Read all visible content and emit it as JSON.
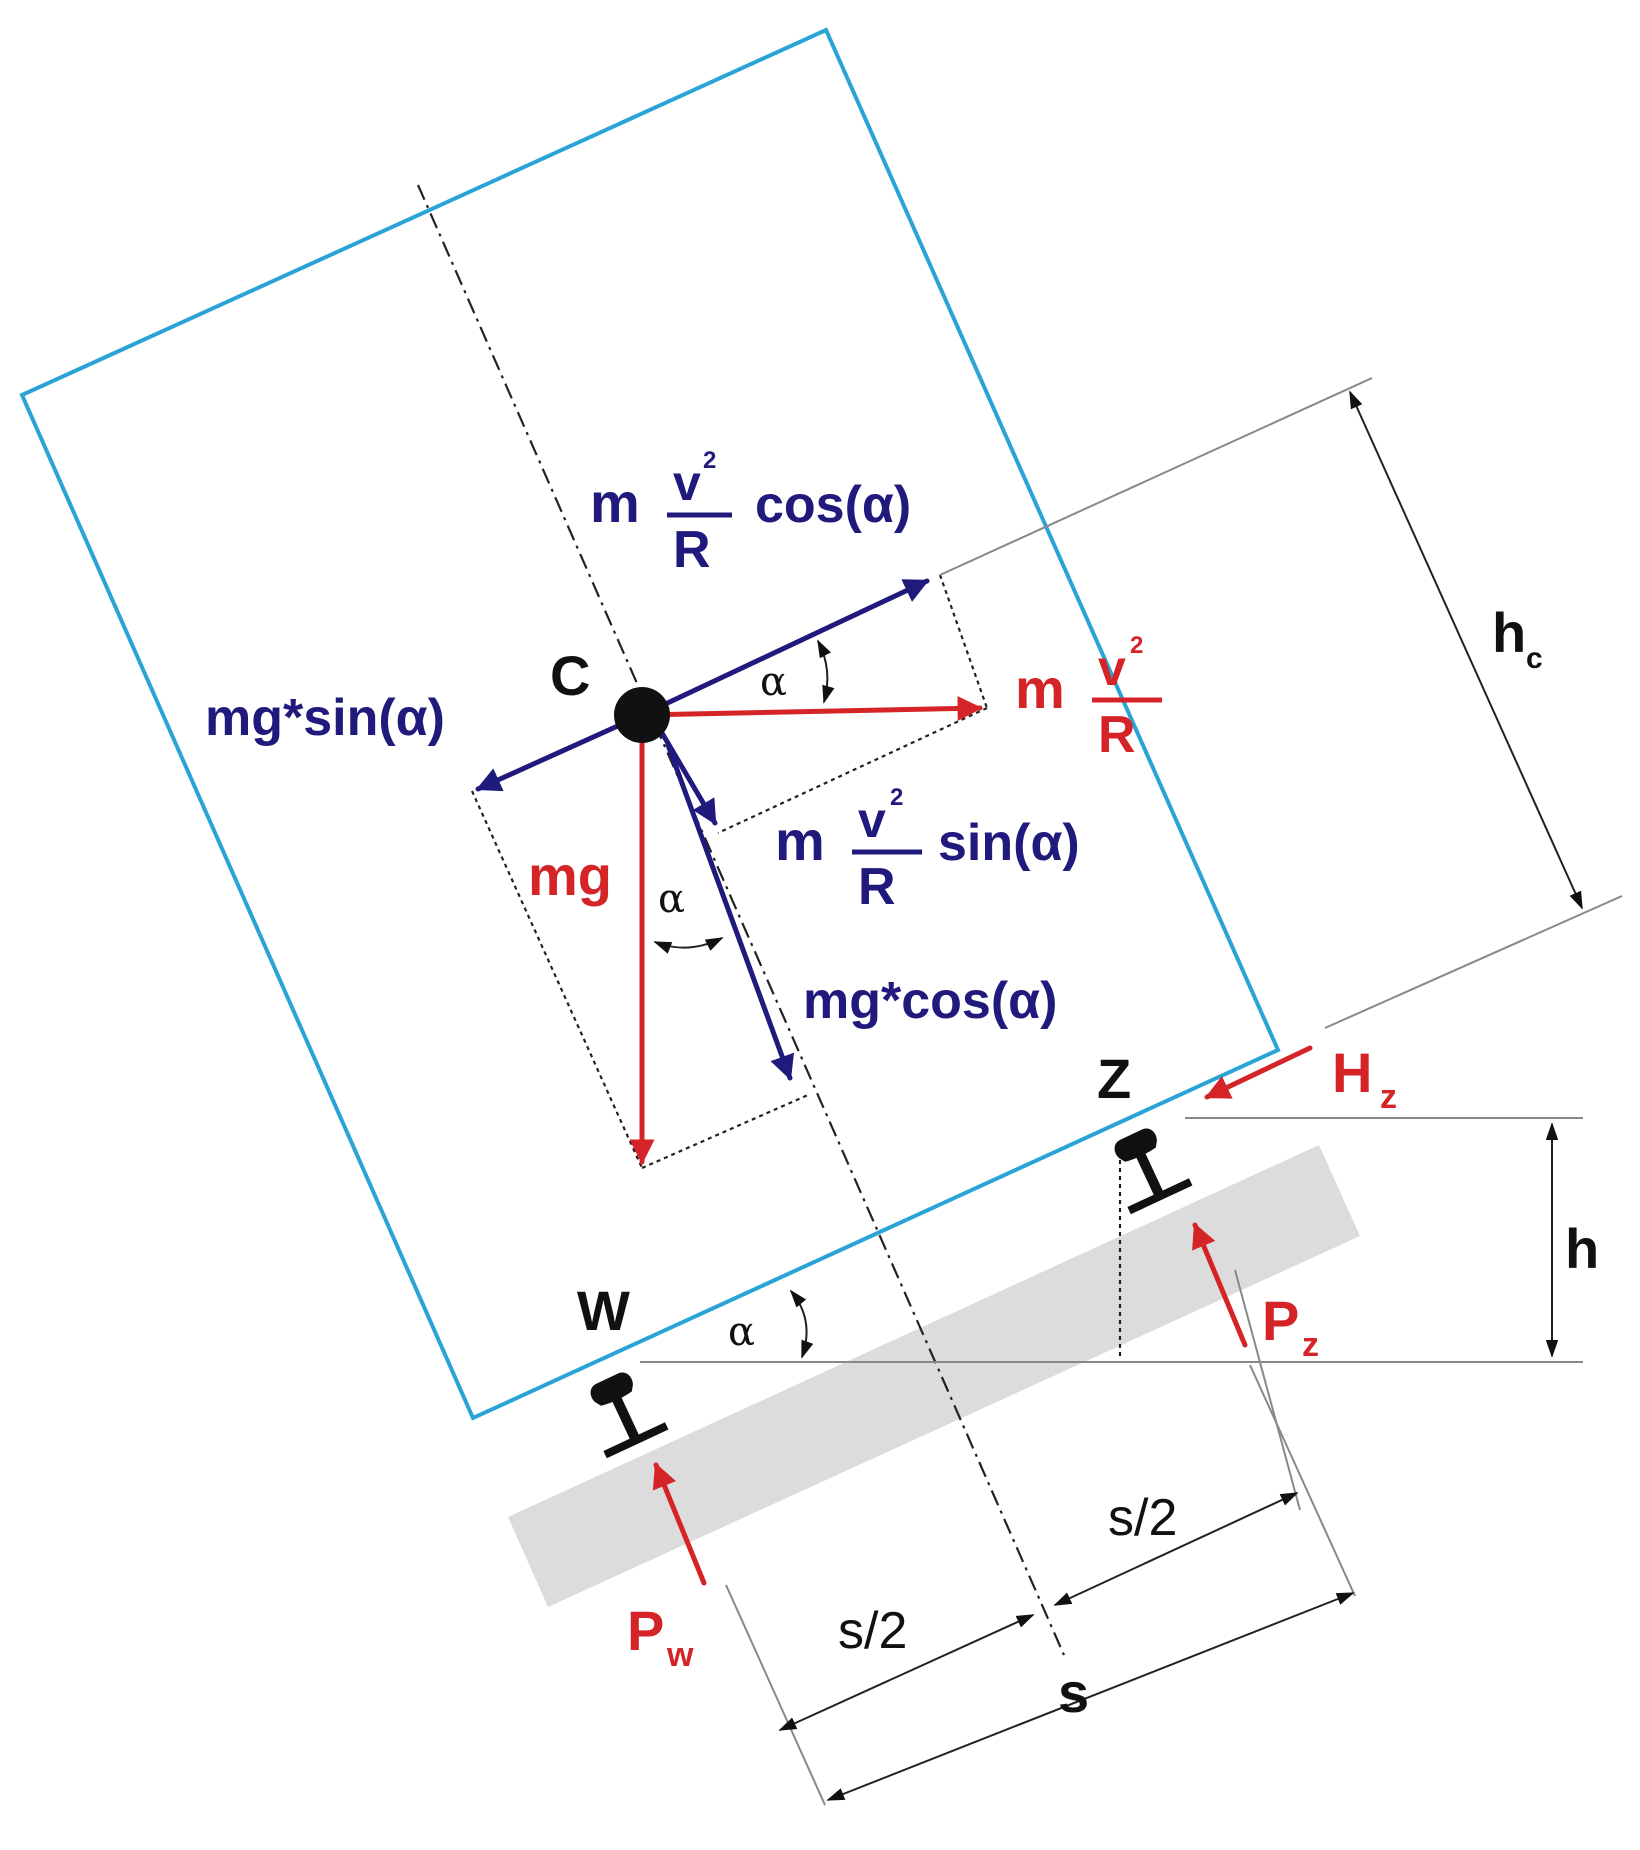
{
  "colors": {
    "body_outline": "#2aa3d6",
    "blue": "#1f1a7c",
    "red": "#d42427",
    "black": "#111111",
    "sleeper": "#dcdcdc"
  },
  "labels": {
    "center": "C",
    "rail_left": "W",
    "rail_right": "Z",
    "alpha": "α",
    "m": "m",
    "v": "v",
    "sq": "2",
    "R": "R",
    "cos_alpha": "cos(α)",
    "sin_alpha": "sin(α)",
    "mg": "mg",
    "mg_sin": "mg*sin(α)",
    "mg_cos": "mg*cos(α)",
    "H": "H",
    "H_sub": "z",
    "P": "P",
    "Pz_sub": "z",
    "Pw_sub": "w",
    "h": "h",
    "h_c": "h",
    "h_c_sub": "c",
    "s_half": "s/2",
    "s": "s"
  }
}
